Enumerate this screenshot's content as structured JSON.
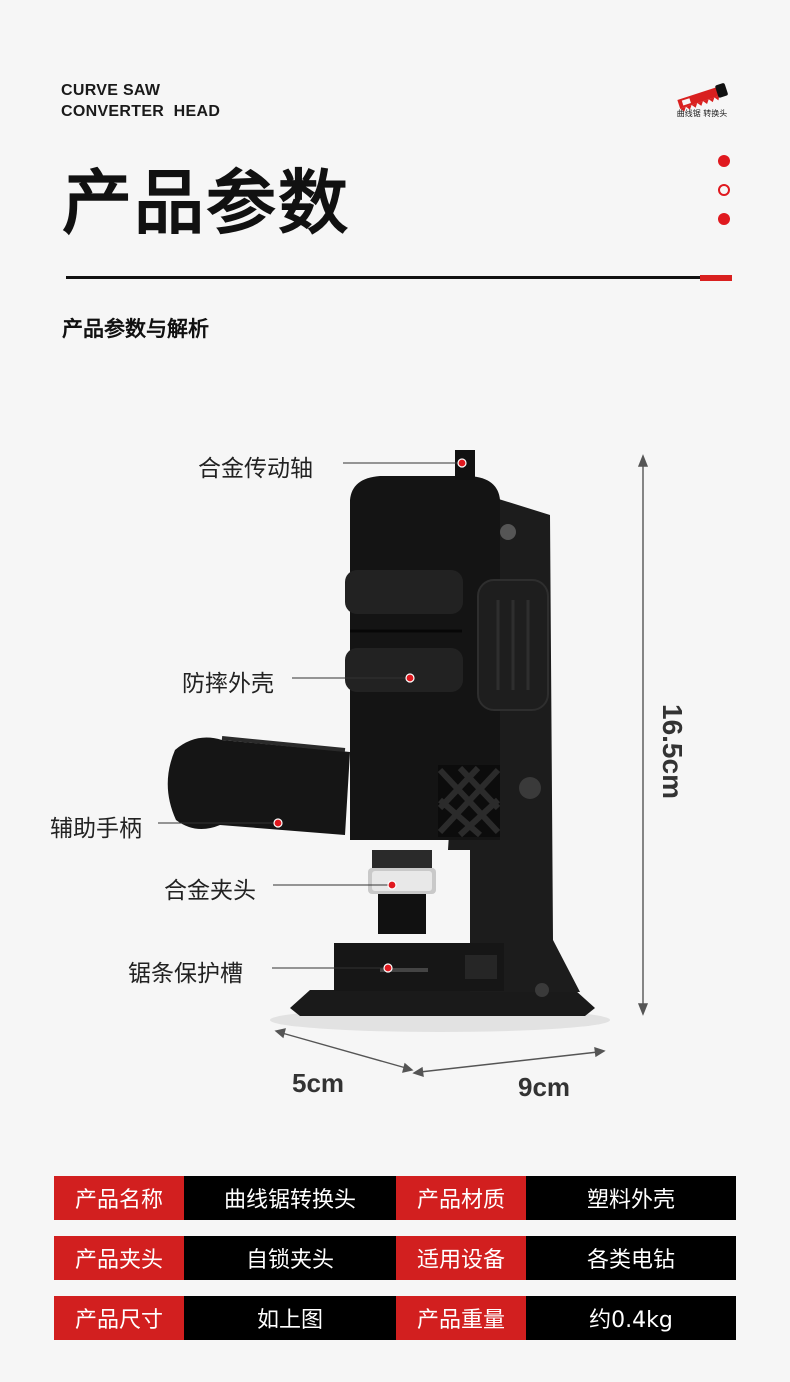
{
  "header": {
    "en_title_line1": "CURVE SAW",
    "en_title_line2": "CONVERTER  HEAD",
    "logo_caption": "曲线锯 转换头",
    "main_title": "产品参数",
    "subtitle": "产品参数与解析"
  },
  "colors": {
    "accent": "#d9201f",
    "ink": "#111111",
    "background": "#f6f6f6"
  },
  "diagram": {
    "callouts": [
      {
        "text": "合金传动轴"
      },
      {
        "text": "防摔外壳"
      },
      {
        "text": "辅助手柄"
      },
      {
        "text": "合金夹头"
      },
      {
        "text": "锯条保护槽"
      }
    ],
    "dimensions": {
      "height": "16.5cm",
      "depth": "5cm",
      "width": "9cm"
    }
  },
  "specs": [
    {
      "k1": "产品名称",
      "v1": "曲线锯转换头",
      "k2": "产品材质",
      "v2": "塑料外壳"
    },
    {
      "k1": "产品夹头",
      "v1": "自锁夹头",
      "k2": "适用设备",
      "v2": "各类电钻"
    },
    {
      "k1": "产品尺寸",
      "v1": "如上图",
      "k2": "产品重量",
      "v2": "约0.4kg"
    }
  ]
}
